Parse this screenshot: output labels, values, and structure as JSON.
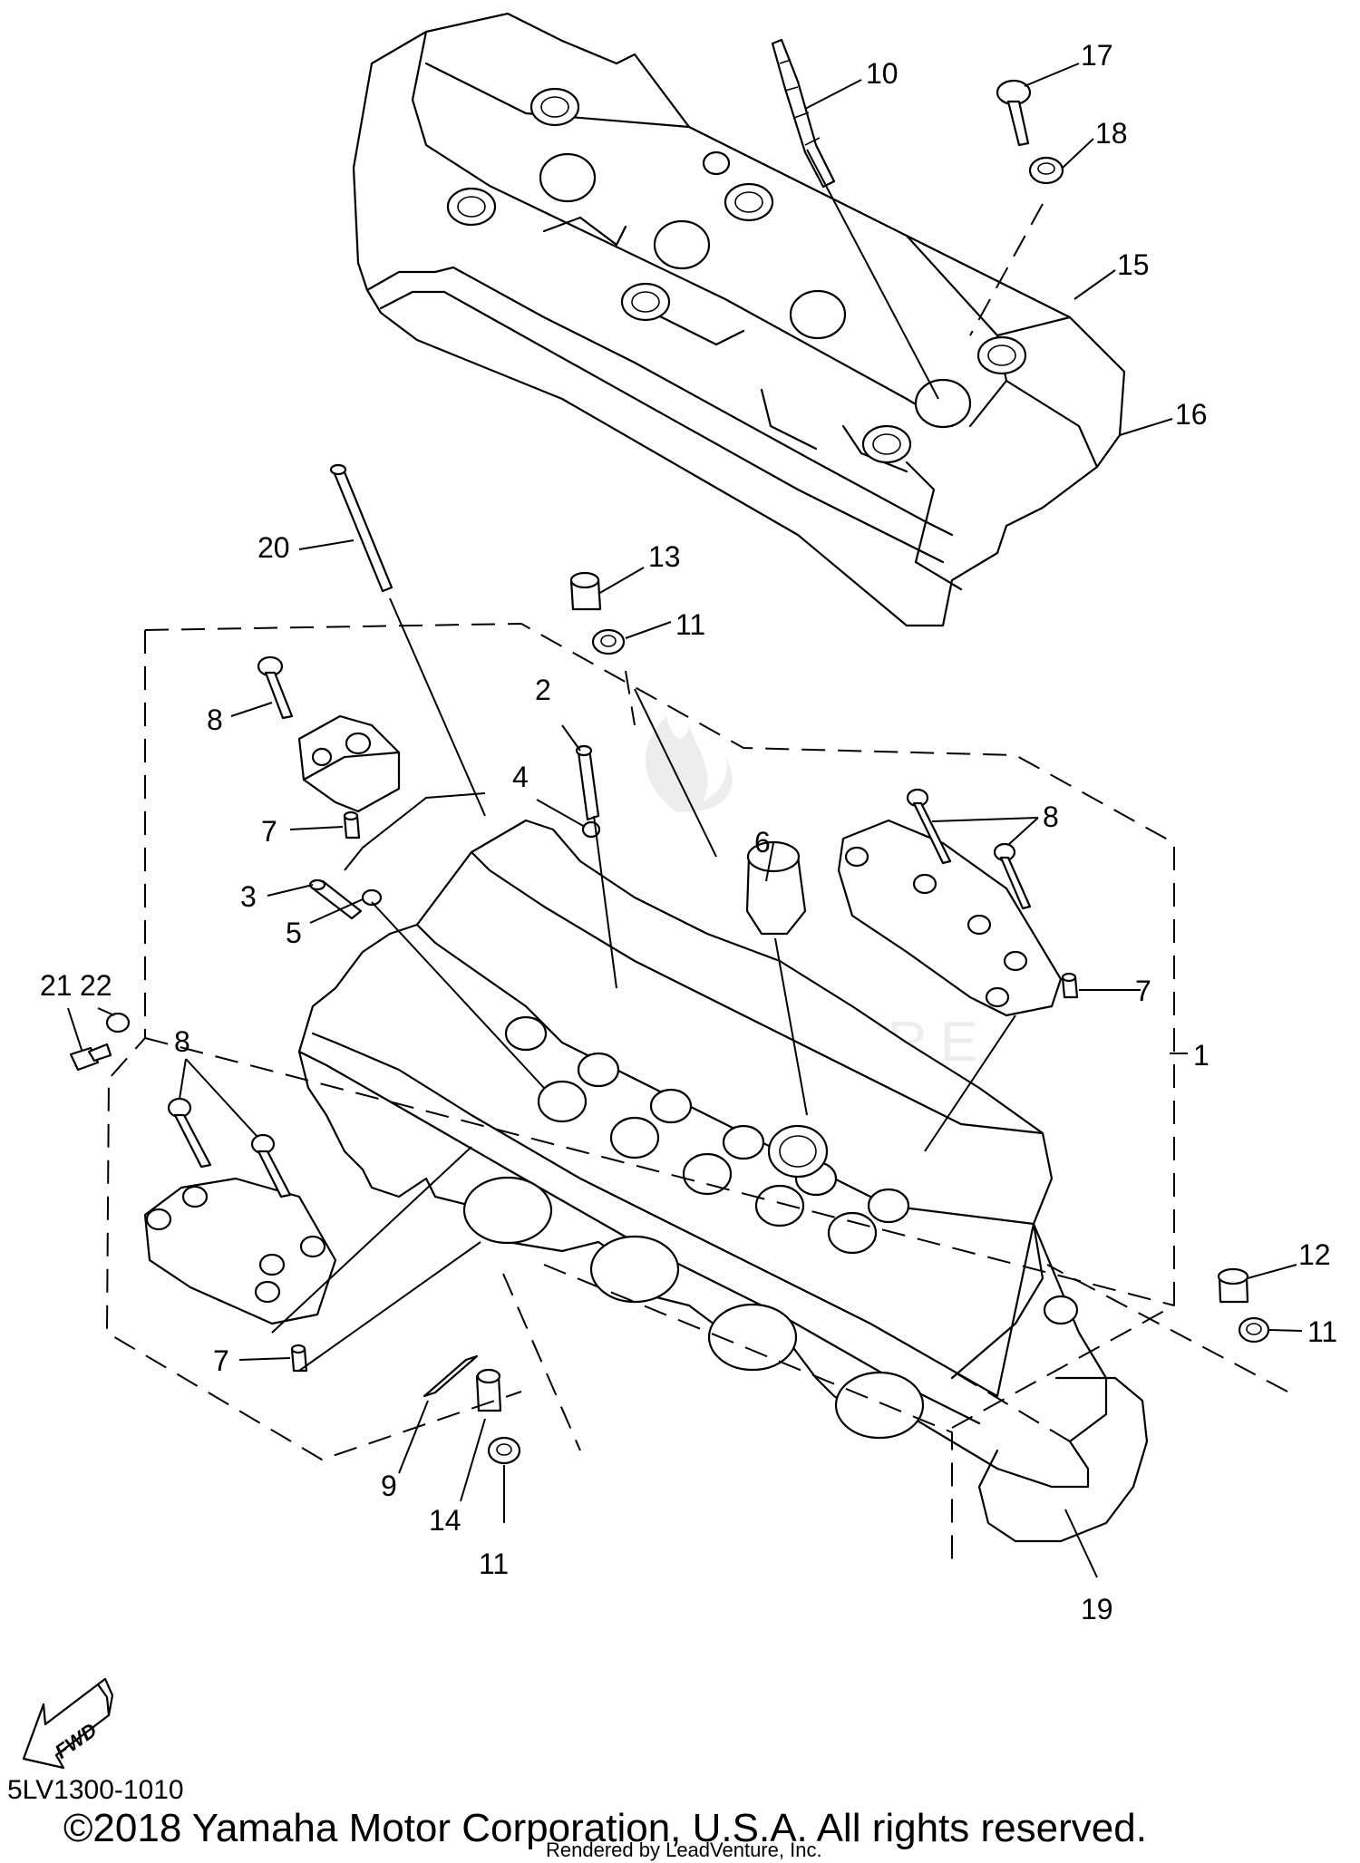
{
  "callouts": [
    {
      "label": "1"
    },
    {
      "label": "2"
    },
    {
      "label": "3"
    },
    {
      "label": "4"
    },
    {
      "label": "5"
    },
    {
      "label": "6"
    },
    {
      "label": "7"
    },
    {
      "label": "7"
    },
    {
      "label": "7"
    },
    {
      "label": "8"
    },
    {
      "label": "8"
    },
    {
      "label": "8"
    },
    {
      "label": "9"
    },
    {
      "label": "10"
    },
    {
      "label": "11"
    },
    {
      "label": "11"
    },
    {
      "label": "11"
    },
    {
      "label": "12"
    },
    {
      "label": "13"
    },
    {
      "label": "14"
    },
    {
      "label": "15"
    },
    {
      "label": "16"
    },
    {
      "label": "17"
    },
    {
      "label": "18"
    },
    {
      "label": "19"
    },
    {
      "label": "20"
    },
    {
      "label": "21"
    },
    {
      "label": "22"
    }
  ],
  "fwd_label": "FWD",
  "watermark": "LEADVENTURE",
  "drawing_code": "5LV1300-1010",
  "copyright": "©2018 Yamaha Motor Corporation, U.S.A. All rights reserved.",
  "rendered_by": "Rendered by LeadVenture, Inc."
}
